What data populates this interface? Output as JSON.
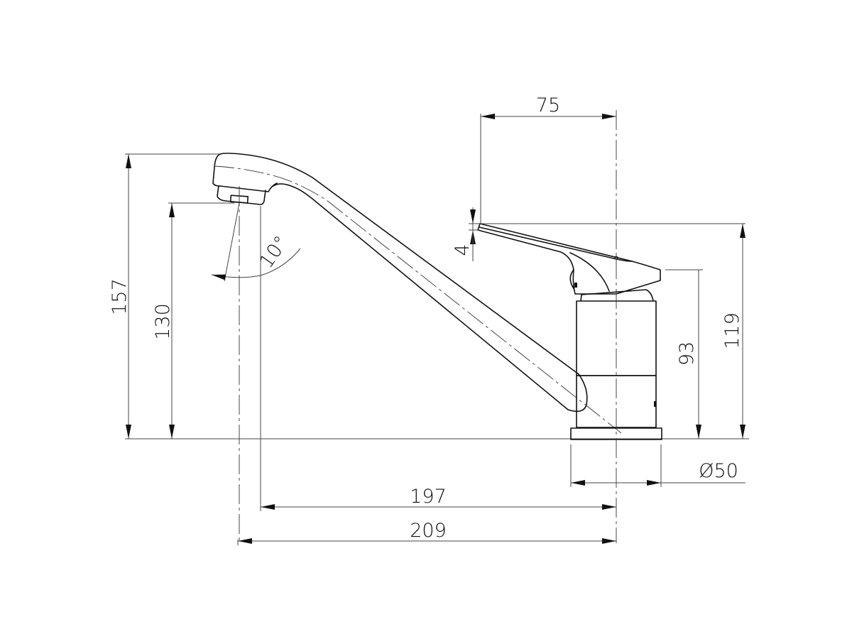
{
  "drawing": {
    "title": "Kitchen sink mixer tap - side elevation dimension drawing",
    "units": "mm",
    "line_color": "#111111",
    "background": "#ffffff"
  },
  "dimensions": {
    "overall_height": "157",
    "outlet_height": "130",
    "spout_tilt_angle": "10°",
    "handle_width": "75",
    "handle_lift": "4",
    "body_height": "93",
    "handle_height": "119",
    "base_diameter": "Ø50",
    "outlet_reach": "197",
    "overall_reach": "209"
  }
}
